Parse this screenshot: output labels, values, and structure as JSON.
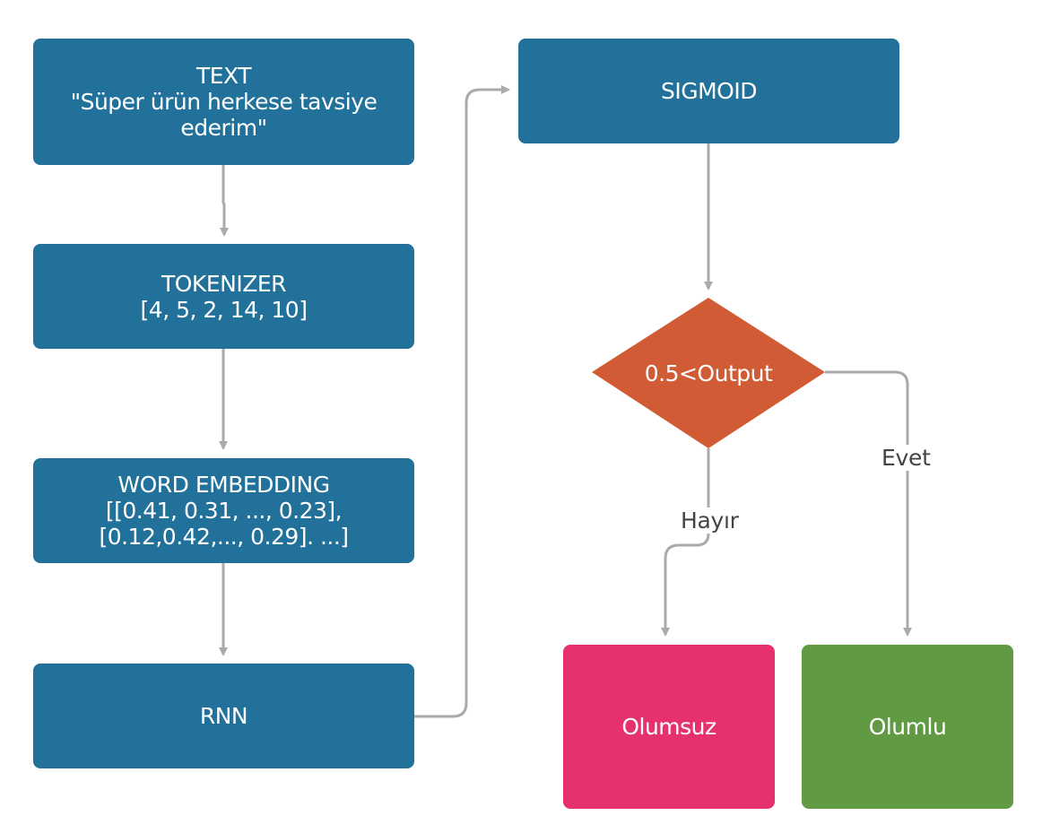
{
  "colors": {
    "process": "#21719a",
    "decision": "#d15b34",
    "negative": "#e7306f",
    "positive": "#609b43",
    "edge": "#aaaaaa"
  },
  "nodes": {
    "text": {
      "lines": [
        "TEXT",
        "\"Süper ürün herkese tavsiye",
        "ederim\""
      ]
    },
    "tokenizer": {
      "lines": [
        "TOKENIZER",
        "[4, 5, 2, 14, 10]"
      ]
    },
    "embedding": {
      "lines": [
        "WORD EMBEDDING",
        "[[0.41, 0.31, ..., 0.23],",
        "[0.12,0.42,..., 0.29]. ...]"
      ]
    },
    "rnn": {
      "label": "RNN"
    },
    "sigmoid": {
      "label": "SIGMOID"
    },
    "decision": {
      "label": "0.5<Output"
    },
    "negative": {
      "label": "Olumsuz"
    },
    "positive": {
      "label": "Olumlu"
    }
  },
  "edges": {
    "no_label": "Hayır",
    "yes_label": "Evet"
  }
}
